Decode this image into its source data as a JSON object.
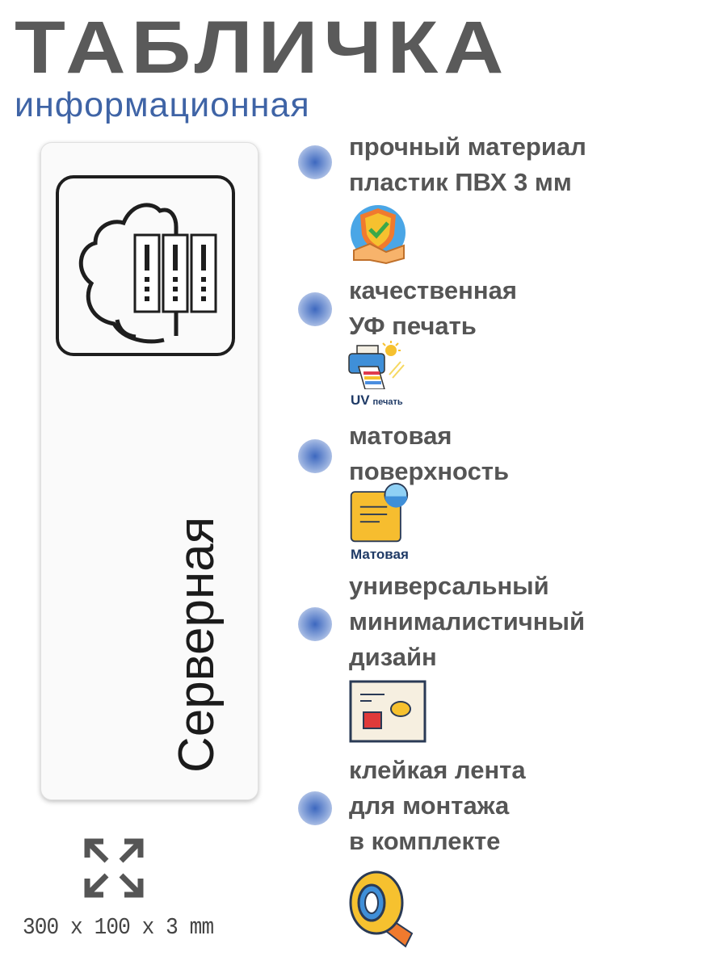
{
  "header": {
    "title": "ТАБЛИЧКА",
    "subtitle": "информационная"
  },
  "plate": {
    "label": "Серверная",
    "icon": "cloud-server-icon"
  },
  "features": [
    {
      "lines": [
        "прочный материал",
        "пластик ПВХ 3 мм"
      ],
      "icon": "shield-handshake-icon"
    },
    {
      "lines": [
        "качественная",
        "УФ печать"
      ],
      "icon": "uv-printer-icon",
      "caption_a": "UV",
      "caption_b": "печать"
    },
    {
      "lines": [
        "матовая",
        "поверхность"
      ],
      "icon": "matte-surface-icon",
      "caption": "Матовая"
    },
    {
      "lines": [
        "универсальный",
        "минималистичный",
        "дизайн"
      ],
      "icon": "design-card-icon"
    },
    {
      "lines": [
        "клейкая лента",
        "для монтажа",
        "в комплекте"
      ],
      "icon": "tape-roll-icon"
    }
  ],
  "dimensions": {
    "text": "300 x 100 x 3 mm",
    "icon": "expand-arrows-icon"
  },
  "colors": {
    "title": "#5a5a5a",
    "subtitle": "#3f64a6",
    "feature_text": "#555555"
  }
}
